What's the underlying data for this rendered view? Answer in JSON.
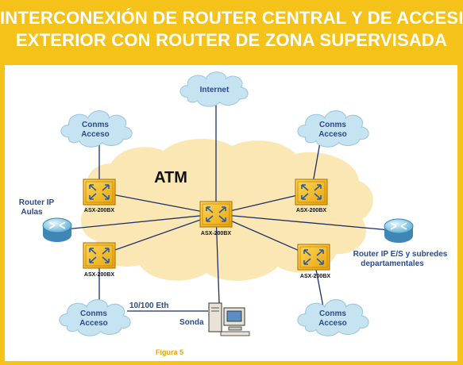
{
  "header": {
    "title_line1": "INTERCONEXIÓN DE ROUTER CENTRAL Y DE ACCESI",
    "title_line2": "EXTERIOR CON ROUTER DE ZONA SUPERVISADA"
  },
  "diagram": {
    "network_label": "ATM",
    "internet_label": "Internet",
    "clouds": {
      "top_left": [
        "Conms",
        "Acceso"
      ],
      "top_right": [
        "Conms",
        "Acceso"
      ],
      "bottom_left": [
        "Conms",
        "Acceso"
      ],
      "bottom_right": [
        "Conms",
        "Acceso"
      ]
    },
    "switch_label": "ASX-200BX",
    "router_left": [
      "Router IP",
      "Aulas"
    ],
    "router_right": [
      "Router IP E/S y subredes",
      "departamentales"
    ],
    "link_label": "10/100 Eth",
    "probe_label": "Sonda",
    "figure_caption": "Figura 5"
  },
  "colors": {
    "header_bg": "#f5c21a",
    "header_text": "#ffffff",
    "label_blue": "#2a4a8c",
    "line": "#1c2f6a",
    "atm_cloud": "#fbe7b3",
    "small_cloud": "#c6e3f2",
    "switch": "#f3b319",
    "caption": "#e8a400"
  }
}
